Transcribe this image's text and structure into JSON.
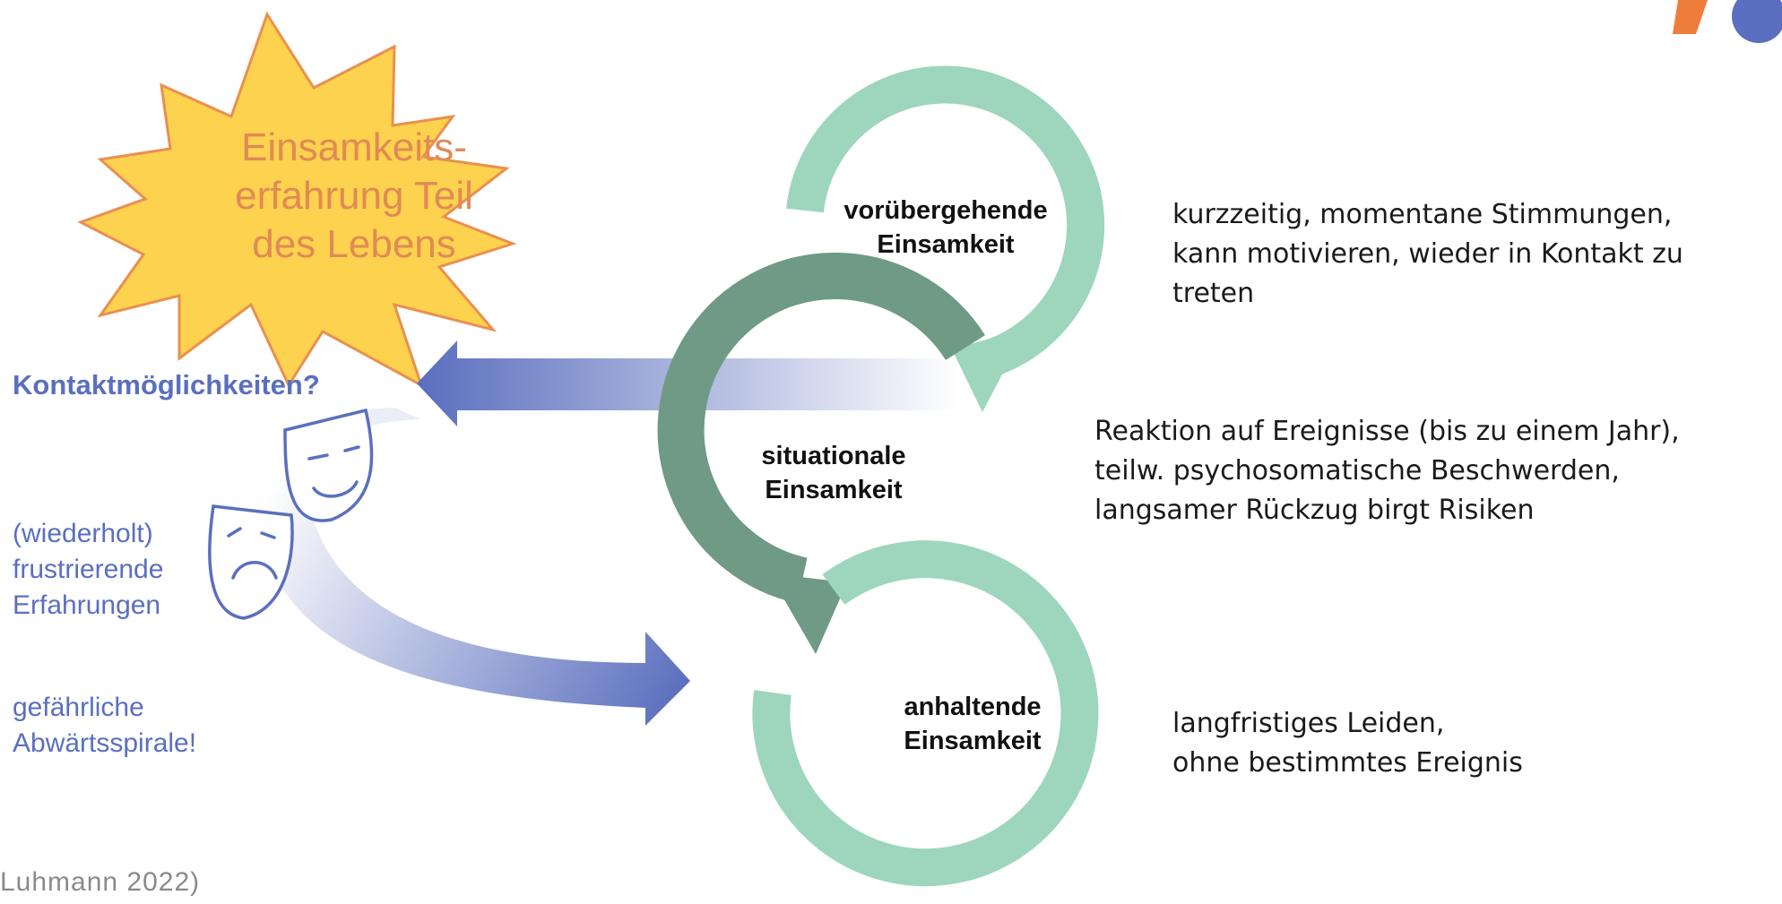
{
  "burst": {
    "lines": [
      "Einsamkeits-",
      "erfahrung Teil",
      "des Lebens"
    ]
  },
  "stages": {
    "temporary": {
      "line1": "vorübergehende",
      "line2": "Einsamkeit"
    },
    "situational": {
      "line1": "situationale",
      "line2": "Einsamkeit"
    },
    "persistent": {
      "line1": "anhaltende",
      "line2": "Einsamkeit"
    }
  },
  "descriptions": {
    "temporary": [
      "kurzzeitig, momentane Stimmungen,",
      "kann motivieren, wieder in Kontakt zu",
      "treten"
    ],
    "situational": [
      "Reaktion auf Ereignisse (bis zu einem Jahr),",
      "teilw. psychosomatische Beschwerden,",
      "langsamer Rückzug birgt Risiken"
    ],
    "persistent": [
      "langfristiges Leiden,",
      "ohne bestimmtes Ereignis"
    ]
  },
  "left": {
    "question": "Kontaktmöglichkeiten?",
    "frustrating": [
      "(wiederholt)",
      "frustrierende",
      "Erfahrungen"
    ],
    "spiral": [
      "gefährliche",
      "Abwärtsspirale!"
    ]
  },
  "citation": "Luhmann 2022)",
  "colors": {
    "light_green": "#9dd6bd",
    "dark_green": "#6f9a85",
    "blue": "#5b6fbe",
    "burst_fill": "#fdd24e",
    "burst_stroke": "#e9904f",
    "burst_text": "#e08a55",
    "logo_orange": "#ef7d3a",
    "logo_blue": "#5a6fc0"
  },
  "icons": [
    "theater-masks-icon",
    "logo-icon"
  ]
}
